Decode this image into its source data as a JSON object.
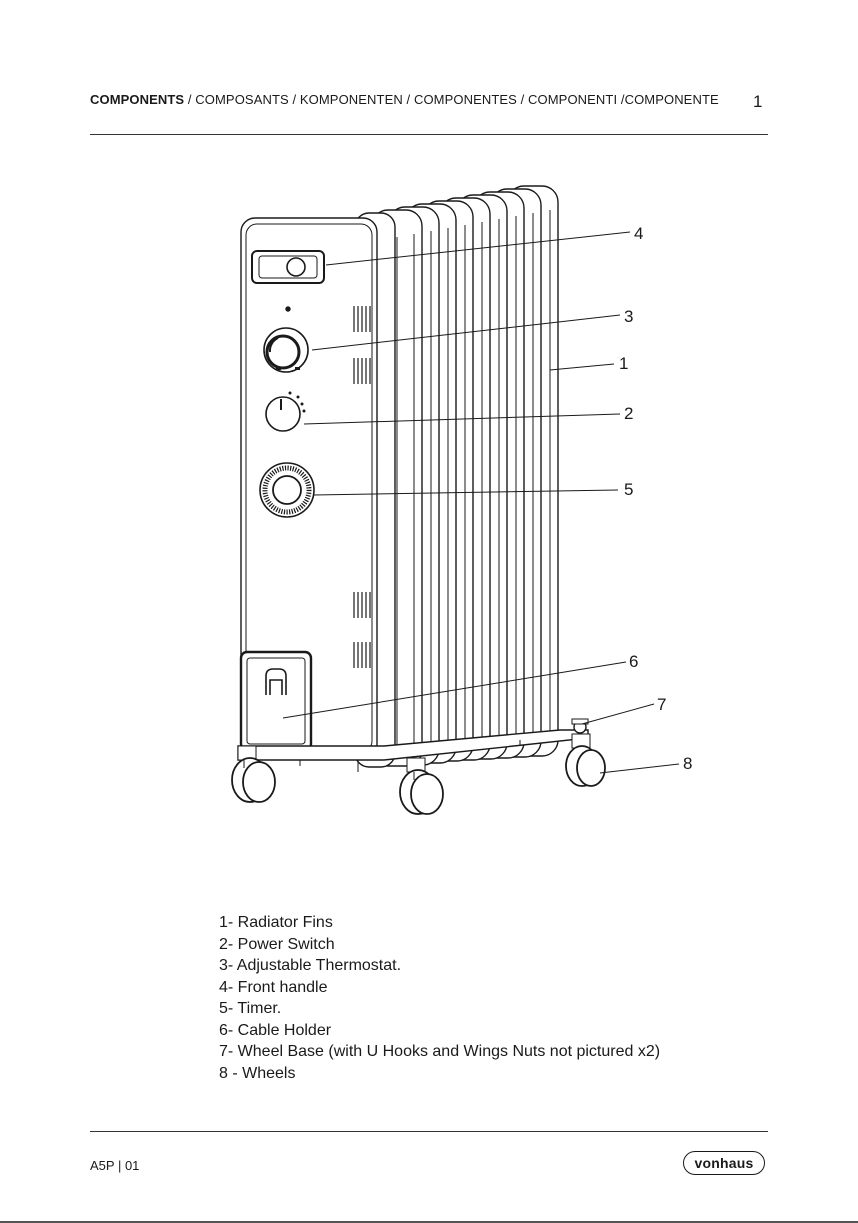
{
  "header": {
    "title_bold": "COMPONENTS",
    "title_rest": " / COMPOSANTS / KOMPONENTEN / COMPONENTES / COMPONENTI /COMPONENTE",
    "page_number": "1"
  },
  "figure": {
    "callouts": [
      {
        "num": "4"
      },
      {
        "num": "3"
      },
      {
        "num": "1"
      },
      {
        "num": "2"
      },
      {
        "num": "5"
      },
      {
        "num": "6"
      },
      {
        "num": "7"
      },
      {
        "num": "8"
      }
    ]
  },
  "legend": {
    "items": [
      "1- Radiator Fins",
      "2- Power Switch",
      "3- Adjustable Thermostat.",
      "4- Front handle",
      "5- Timer.",
      "6- Cable Holder",
      "7- Wheel Base (with U Hooks and Wings Nuts not pictured x2)",
      "8 - Wheels"
    ]
  },
  "footer": {
    "code": "A5P | 01",
    "logo": "vonhaus"
  }
}
